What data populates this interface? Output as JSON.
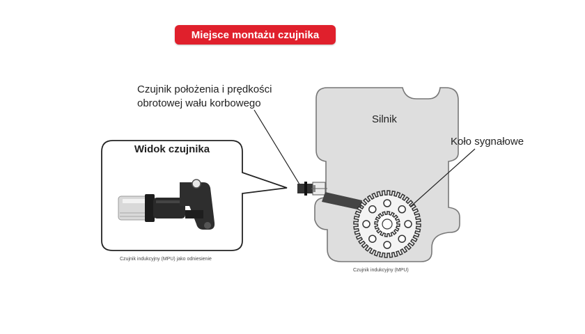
{
  "header": {
    "title": "Miejsce montażu czujnika"
  },
  "labels": {
    "sensor_line1": "Czujnik położenia i prędkości",
    "sensor_line2": "obrotowej wału korbowego",
    "engine": "Silnik",
    "signal_wheel": "Koło sygnałowe",
    "sensor_view_title": "Widok czujnika",
    "caption_left": "Czujnik indukcyjny (MPU) jako odniesienie",
    "caption_right": "Czujnik indukcyjny (MPU)"
  },
  "colors": {
    "accent": "#e0202c",
    "engine_fill": "#dedede",
    "engine_stroke": "#777777",
    "sensor_body": "#2a2a2a"
  },
  "icons": {
    "engine": "engine-outline",
    "wheel": "toothed-signal-wheel",
    "sensor": "inductive-sensor"
  }
}
